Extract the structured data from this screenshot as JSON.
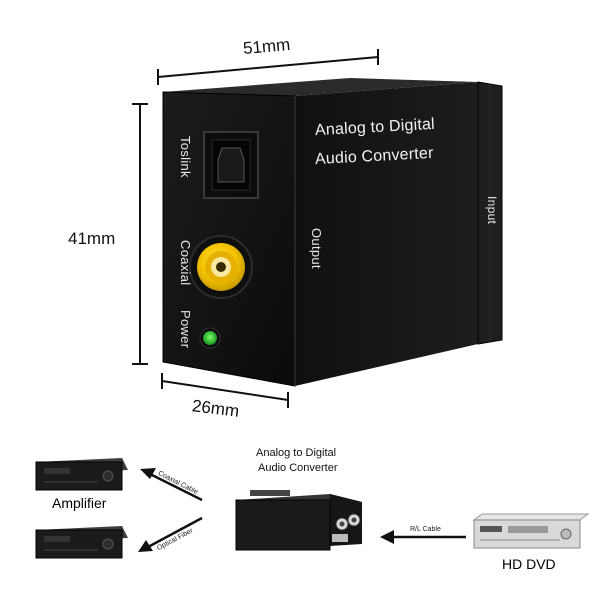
{
  "dimensions": {
    "width": "51mm",
    "height": "41mm",
    "depth": "26mm"
  },
  "device": {
    "title_line1": "Analog to Digital",
    "title_line2": "Audio Converter",
    "port_toslink": "Toslink",
    "port_coaxial": "Coaxial",
    "port_power": "Power",
    "side_output": "Output",
    "side_input": "Input"
  },
  "diagram": {
    "title_line1": "Analog to Digital",
    "title_line2": "Audio Converter",
    "amplifier_label": "Amplifier",
    "hddvd_label": "HD DVD",
    "coaxial_cable": "Coaxial Cable",
    "optical_fiber": "Optical Fiber",
    "rl_cable": "R/L Cable"
  },
  "colors": {
    "device_body": "#151515",
    "device_top": "#2a2a2a",
    "rca_gold": "#f2c200",
    "rca_ring": "#e0a800",
    "power_led": "#1fbf2a"
  }
}
